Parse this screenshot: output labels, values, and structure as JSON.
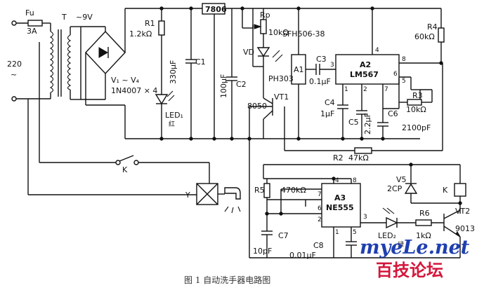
{
  "labels": {
    "fuse": "Fu",
    "fuse_rating": "3A",
    "mains": "220",
    "mains_symbol": "~",
    "transformer": "T",
    "transformer_out": "~9V",
    "bridge": "V₁ ~ V₄",
    "bridge_part": "1N4007 × 4",
    "r1": "R1",
    "r1_value": "1.2kΩ",
    "c1": "C1",
    "c1_value": "330μF",
    "led1": "LED₁",
    "led1_color": "红",
    "regulator": "7806",
    "c2": "C2",
    "c2_value": "100μF",
    "rp": "Rp",
    "rp_value": "10kΩ",
    "vd": "VD",
    "ph": "PH303",
    "vt1": "VT1",
    "vt1_part": "8050",
    "sfh": "SFH506-38",
    "a1": "A1",
    "c3": "C3",
    "c3_value": "0.1μF",
    "a2": "A2",
    "a2_part": "LM567",
    "r4": "R4",
    "r4_value": "60kΩ",
    "r3": "R3",
    "r3_value": "10kΩ",
    "c4": "C4",
    "c4_value": "1μF",
    "c5": "C5",
    "c5_value": "2.2μF",
    "c6": "C6",
    "c6_value": "2100pF",
    "r2": "R2",
    "r2_value": "47kΩ",
    "switch_k": "K",
    "valve": "Y",
    "r5": "R5",
    "r5_value": "470kΩ",
    "a3": "A3",
    "a3_part": "NE555",
    "c7": "C7",
    "c7_value": "10pF",
    "c8": "C8",
    "c8_value": "0.01μF",
    "v5": "V5",
    "v5_part": "2CP",
    "relay_k": "K",
    "led2": "LED₂",
    "led2_color": "绿",
    "r6": "R6",
    "r6_value": "1kΩ",
    "vt2": "VT2",
    "vt2_part": "9013",
    "pins": {
      "a2_p3": "3",
      "a2_p4": "4",
      "a2_p8": "8",
      "a2_p6": "6",
      "a2_p5": "5",
      "a2_p1": "1",
      "a2_p2": "2",
      "a2_p7": "7",
      "a3_p4": "4",
      "a3_p8": "8",
      "a3_p7": "7",
      "a3_p6": "6",
      "a3_p2": "2",
      "a3_p3": "3",
      "a3_p1": "1",
      "a3_p5": "5"
    },
    "caption": "图 1     自动洗手器电路图"
  },
  "watermark": {
    "site": "myeLe.net",
    "forum": "百技论坛"
  },
  "colors": {
    "ink": "#111111",
    "watermark_blue": "#1f3fb0",
    "watermark_red": "#d4163b"
  }
}
